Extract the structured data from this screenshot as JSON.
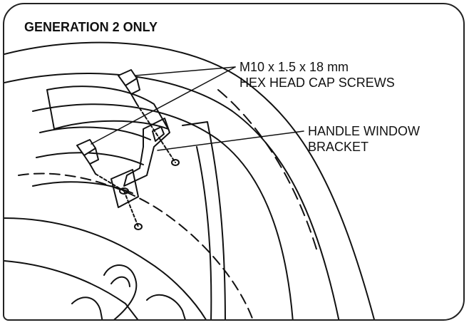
{
  "title": "GENERATION 2 ONLY",
  "callouts": {
    "screws": {
      "line1": "M10 x 1.5 x 18 mm",
      "line2": "HEX HEAD CAP SCREWS"
    },
    "bracket": {
      "line1": "HANDLE WINDOW",
      "line2": "BRACKET"
    }
  },
  "colors": {
    "ink": "#111111",
    "border": "#222222",
    "background": "#ffffff"
  }
}
